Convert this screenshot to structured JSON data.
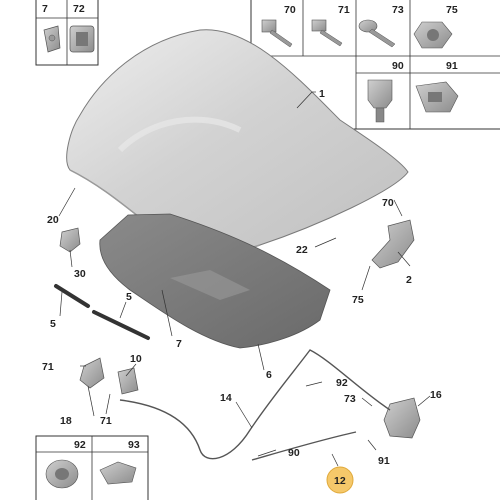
{
  "diagram": {
    "boxes": {
      "top_left": [
        "7",
        "72"
      ],
      "top_right_row1": [
        "70",
        "71",
        "73",
        "75"
      ],
      "top_right_row2": [
        "90",
        "91"
      ],
      "bottom_left": [
        "92",
        "93"
      ]
    },
    "callouts": {
      "hood": "1",
      "hinge_right": "2",
      "seal_center": "5",
      "seal_left": "5",
      "insulation": "6",
      "insulation_clip": "7",
      "bracket_left": "10",
      "cable_outer": "12",
      "cable_main": "14",
      "latch": "16",
      "latch_bracket": "18",
      "hood_stop_left": "20",
      "hood_stop_right": "22",
      "prop_clip": "30",
      "bolt_70": "70",
      "bolt_71a": "71",
      "bolt_71b": "71",
      "screw_73": "73",
      "nut_75": "75",
      "clip_90": "90",
      "clip_91": "91",
      "clip_92": "92"
    }
  }
}
